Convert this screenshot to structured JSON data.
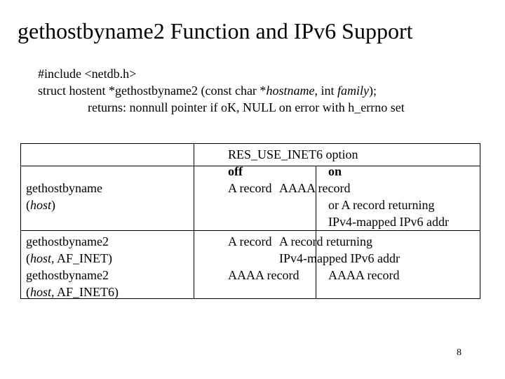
{
  "slide": {
    "title": "gethostbyname2 Function and IPv6 Support",
    "code": {
      "include": "#include <netdb.h>",
      "signature": {
        "prefix": "struct hostent *gethostbyname2 (const char *",
        "param1": "hostname",
        "middle": ", int ",
        "param2": "family",
        "suffix": ");"
      },
      "returns": "returns: nonnull pointer if oK, NULL on error with h_errno set"
    },
    "table": {
      "header": "RES_USE_INET6 option",
      "col_off": "off",
      "col_on": "on",
      "rows": [
        {
          "func": "gethostbyname",
          "args_italic": "host",
          "args_rest": "",
          "off": "A record",
          "on_lines": [
            "AAAA record",
            "or A record returning",
            "IPv4-mapped IPv6 addr"
          ]
        },
        {
          "func": "gethostbyname2",
          "args_italic": "host",
          "args_rest": ", AF_INET)",
          "off": "A record",
          "on_lines": [
            "A record returning",
            "IPv4-mapped IPv6 addr"
          ]
        },
        {
          "func": "gethostbyname2",
          "args_italic": "host",
          "args_rest": ", AF_INET6)",
          "off": "AAAA record",
          "on_lines": [
            "AAAA record"
          ]
        }
      ]
    },
    "page_number": "8"
  }
}
